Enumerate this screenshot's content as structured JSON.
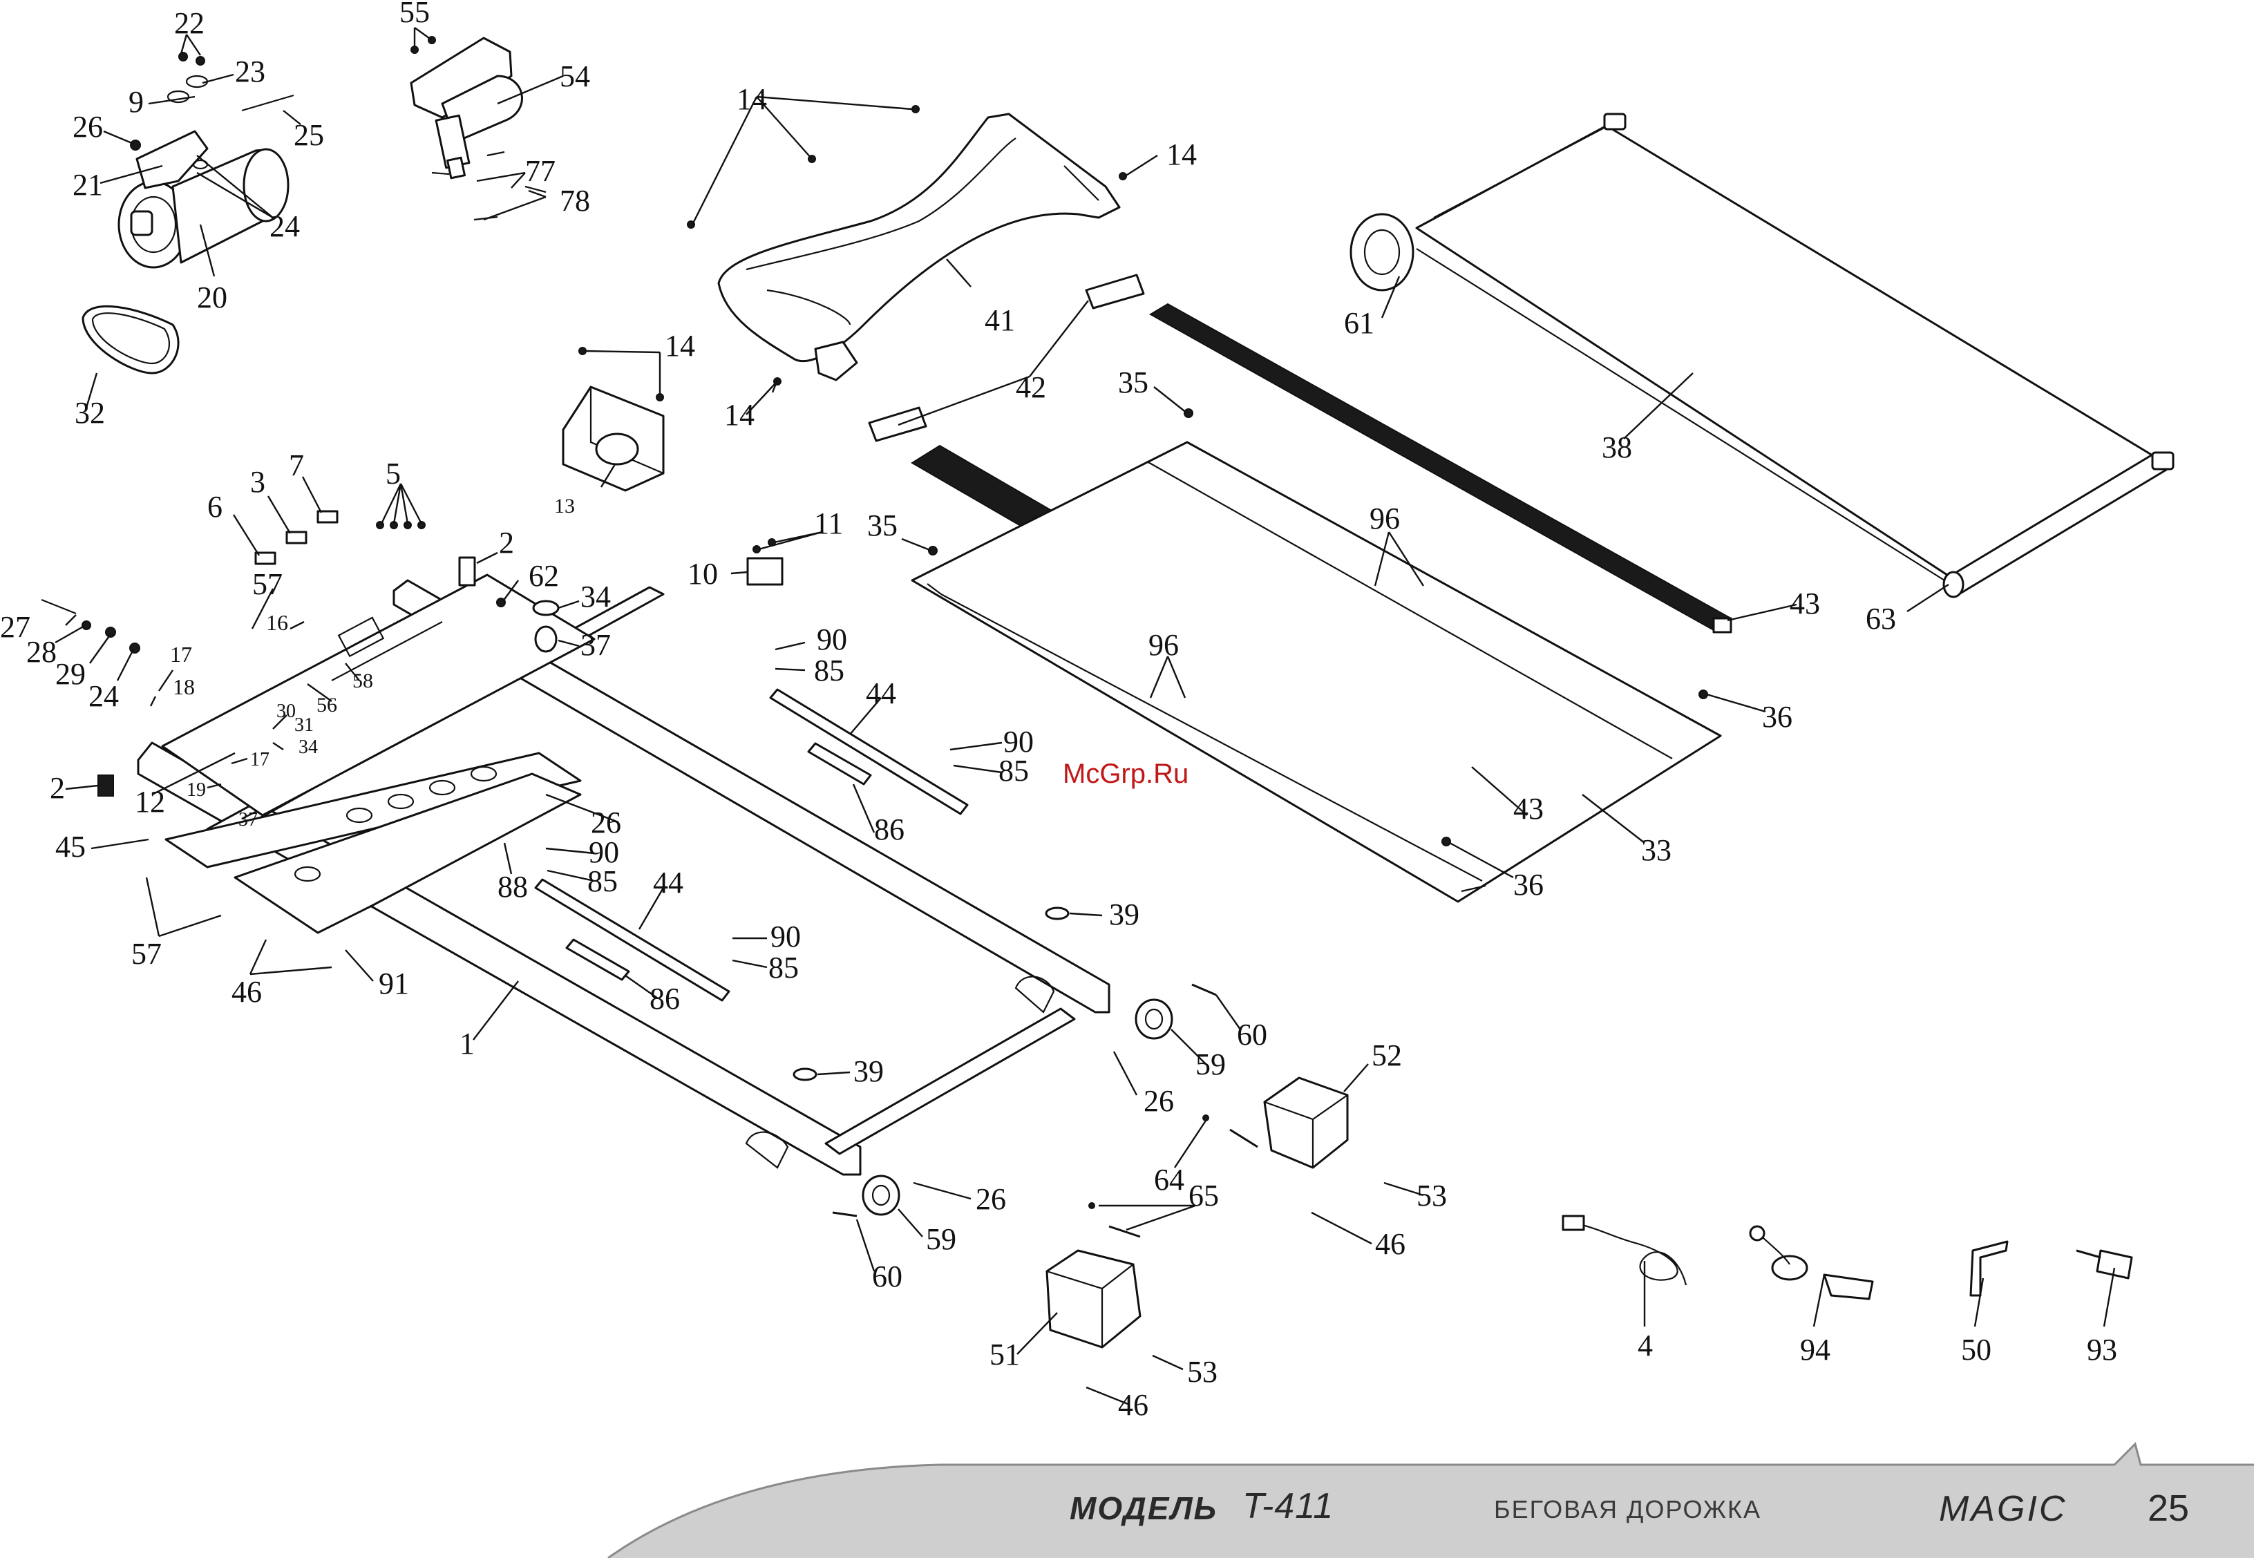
{
  "watermark": "McGrp.Ru",
  "footer": {
    "model_label": "МОДЕЛЬ",
    "model_number": "T-411",
    "product": "БЕГОВАЯ ДОРОЖКА",
    "brand": "MAGIC",
    "page_number": "25"
  },
  "callouts": [
    {
      "id": "c22",
      "label": "22"
    },
    {
      "id": "c23",
      "label": "23"
    },
    {
      "id": "c9",
      "label": "9"
    },
    {
      "id": "c26a",
      "label": "26"
    },
    {
      "id": "c25",
      "label": "25"
    },
    {
      "id": "c21",
      "label": "21"
    },
    {
      "id": "c24a",
      "label": "24"
    },
    {
      "id": "c20",
      "label": "20"
    },
    {
      "id": "c32",
      "label": "32"
    },
    {
      "id": "c55",
      "label": "55"
    },
    {
      "id": "c54",
      "label": "54"
    },
    {
      "id": "c77",
      "label": "77"
    },
    {
      "id": "c78",
      "label": "78"
    },
    {
      "id": "c14a",
      "label": "14"
    },
    {
      "id": "c14b",
      "label": "14"
    },
    {
      "id": "c14c",
      "label": "14"
    },
    {
      "id": "c14d",
      "label": "14"
    },
    {
      "id": "c41",
      "label": "41"
    },
    {
      "id": "c42",
      "label": "42"
    },
    {
      "id": "c13",
      "label": "13"
    },
    {
      "id": "c61",
      "label": "61"
    },
    {
      "id": "c38",
      "label": "38"
    },
    {
      "id": "c35a",
      "label": "35"
    },
    {
      "id": "c35b",
      "label": "35"
    },
    {
      "id": "c96a",
      "label": "96"
    },
    {
      "id": "c96b",
      "label": "96"
    },
    {
      "id": "c43a",
      "label": "43"
    },
    {
      "id": "c43b",
      "label": "43"
    },
    {
      "id": "c63",
      "label": "63"
    },
    {
      "id": "c36a",
      "label": "36"
    },
    {
      "id": "c36b",
      "label": "36"
    },
    {
      "id": "c33",
      "label": "33"
    },
    {
      "id": "c6",
      "label": "6"
    },
    {
      "id": "c3",
      "label": "3"
    },
    {
      "id": "c7",
      "label": "7"
    },
    {
      "id": "c5",
      "label": "5"
    },
    {
      "id": "c11",
      "label": "11"
    },
    {
      "id": "c10",
      "label": "10"
    },
    {
      "id": "c2a",
      "label": "2"
    },
    {
      "id": "c62",
      "label": "62"
    },
    {
      "id": "c34a",
      "label": "34"
    },
    {
      "id": "c37a",
      "label": "37"
    },
    {
      "id": "c57a",
      "label": "57"
    },
    {
      "id": "c16",
      "label": "16"
    },
    {
      "id": "c27",
      "label": "27"
    },
    {
      "id": "c28",
      "label": "28"
    },
    {
      "id": "c29",
      "label": "29"
    },
    {
      "id": "c24b",
      "label": "24"
    },
    {
      "id": "c17a",
      "label": "17"
    },
    {
      "id": "c18",
      "label": "18"
    },
    {
      "id": "c58",
      "label": "58"
    },
    {
      "id": "c56",
      "label": "56"
    },
    {
      "id": "c30",
      "label": "30"
    },
    {
      "id": "c31",
      "label": "31"
    },
    {
      "id": "c34b",
      "label": "34"
    },
    {
      "id": "c17b",
      "label": "17"
    },
    {
      "id": "c12",
      "label": "12"
    },
    {
      "id": "c19",
      "label": "19"
    },
    {
      "id": "c2b",
      "label": "2"
    },
    {
      "id": "c37b",
      "label": "37"
    },
    {
      "id": "c45",
      "label": "45"
    },
    {
      "id": "c90a",
      "label": "90"
    },
    {
      "id": "c85a",
      "label": "85"
    },
    {
      "id": "c44a",
      "label": "44"
    },
    {
      "id": "c90b",
      "label": "90"
    },
    {
      "id": "c85b",
      "label": "85"
    },
    {
      "id": "c86a",
      "label": "86"
    },
    {
      "id": "c26b",
      "label": "26"
    },
    {
      "id": "c88",
      "label": "88"
    },
    {
      "id": "c90c",
      "label": "90"
    },
    {
      "id": "c85c",
      "label": "85"
    },
    {
      "id": "c44b",
      "label": "44"
    },
    {
      "id": "c90d",
      "label": "90"
    },
    {
      "id": "c85d",
      "label": "85"
    },
    {
      "id": "c86b",
      "label": "86"
    },
    {
      "id": "c57b",
      "label": "57"
    },
    {
      "id": "c46a",
      "label": "46"
    },
    {
      "id": "c91",
      "label": "91"
    },
    {
      "id": "c1",
      "label": "1"
    },
    {
      "id": "c39a",
      "label": "39"
    },
    {
      "id": "c39b",
      "label": "39"
    },
    {
      "id": "c60a",
      "label": "60"
    },
    {
      "id": "c59a",
      "label": "59"
    },
    {
      "id": "c26c",
      "label": "26"
    },
    {
      "id": "c52",
      "label": "52"
    },
    {
      "id": "c64",
      "label": "64"
    },
    {
      "id": "c65",
      "label": "65"
    },
    {
      "id": "c53a",
      "label": "53"
    },
    {
      "id": "c46b",
      "label": "46"
    },
    {
      "id": "c26d",
      "label": "26"
    },
    {
      "id": "c59b",
      "label": "59"
    },
    {
      "id": "c60b",
      "label": "60"
    },
    {
      "id": "c51",
      "label": "51"
    },
    {
      "id": "c53b",
      "label": "53"
    },
    {
      "id": "c46c",
      "label": "46"
    },
    {
      "id": "c4",
      "label": "4"
    },
    {
      "id": "c94",
      "label": "94"
    },
    {
      "id": "c50",
      "label": "50"
    },
    {
      "id": "c93",
      "label": "93"
    }
  ]
}
